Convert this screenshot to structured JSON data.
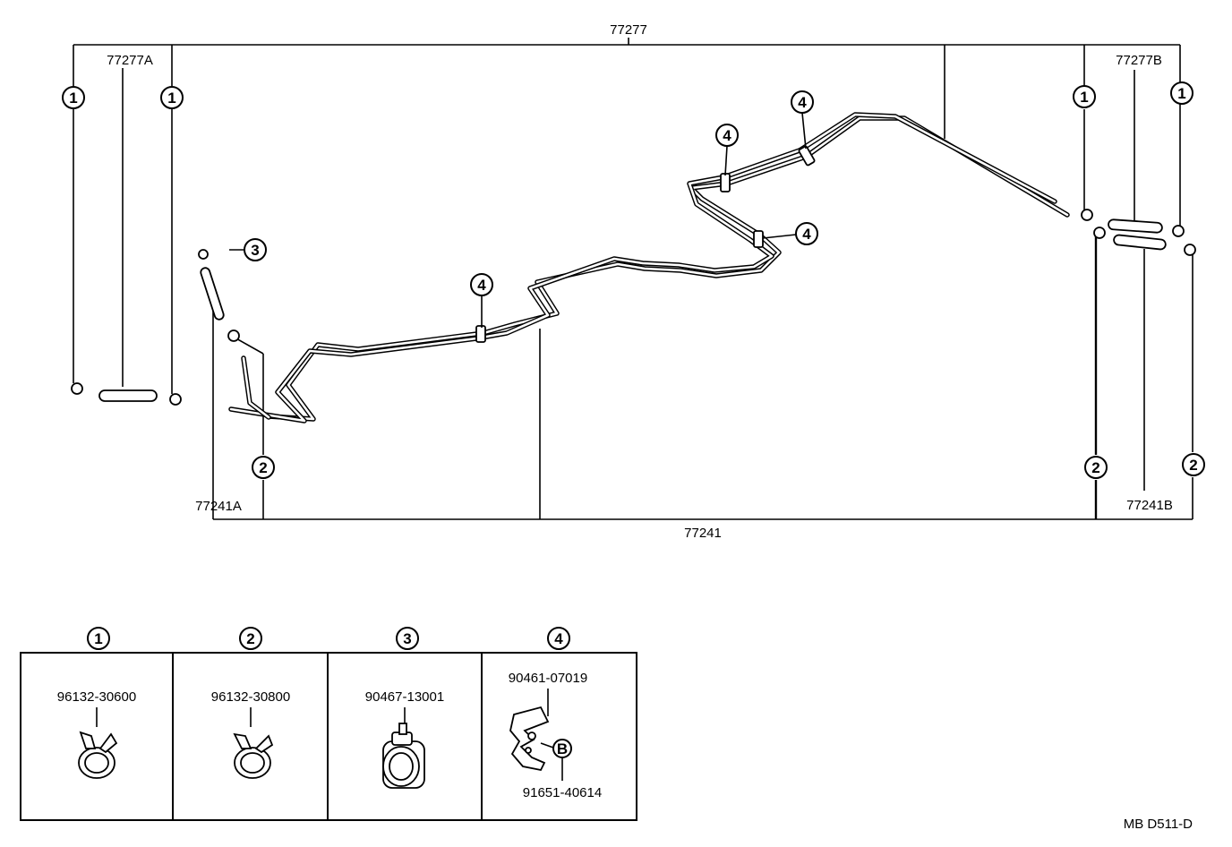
{
  "diagram": {
    "parts": {
      "main_hose": "77277",
      "hose_a": "77277A",
      "hose_b": "77277B",
      "tube": "77241",
      "tube_a": "77241A",
      "tube_b": "77241B"
    },
    "callouts": {
      "c1": "1",
      "c2": "2",
      "c3": "3",
      "c4": "4"
    },
    "legend": [
      {
        "num": "1",
        "part": "96132-30600"
      },
      {
        "num": "2",
        "part": "96132-30800"
      },
      {
        "num": "3",
        "part": "90467-13001"
      },
      {
        "num": "4",
        "part": "90461-07019",
        "extra_part": "91651-40614",
        "extra_marker": "B"
      }
    ],
    "drawing_code": "MB D511-D"
  }
}
